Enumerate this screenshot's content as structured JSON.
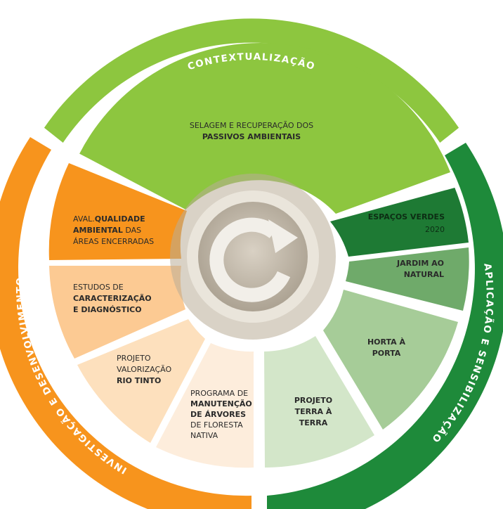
{
  "ring": {
    "top": "CONTEXTUALIZAÇÃO",
    "left": "INVESTIGAÇÃO E DESENVOLVIMENTO",
    "right": "APLICAÇÃO E SENSIBILIZAÇÃO"
  },
  "segments": {
    "selagem": {
      "line1": "SELAGEM E RECUPERAÇÃO DOS",
      "line2": "PASSIVOS AMBIENTAIS"
    },
    "espacos": {
      "line1": "ESPAÇOS VERDES",
      "line2": "2020"
    },
    "jardim": {
      "line1": "JARDIM AO",
      "line2": "NATURAL"
    },
    "horta": {
      "line1": "HORTA À",
      "line2": "PORTA"
    },
    "terra": {
      "line1": "PROJETO",
      "line2": "TERRA À",
      "line3": "TERRA"
    },
    "manutencao": {
      "line1": "PROGRAMA DE",
      "line2": "MANUTENÇÃO",
      "line3": "DE ÁRVORES",
      "line4": "DE FLORESTA",
      "line5": "NATIVA"
    },
    "riotinto": {
      "line1": "PROJETO",
      "line2": "VALORIZAÇÃO",
      "line3": "RIO TINTO"
    },
    "estudos": {
      "line1": "ESTUDOS DE",
      "line2": "CARACTERIZAÇÃO",
      "line3": "E DIAGNÓSTICO"
    },
    "aval": {
      "line1a": "AVAL.",
      "line1b": "QUALIDADE",
      "line2a": "AMBIENTAL",
      "line2b": " DAS",
      "line3": "ÁREAS ENCERRADAS"
    }
  },
  "colors": {
    "ring_top": "#8dc63f",
    "ring_left": "#f7941d",
    "ring_right": "#1e8a3a",
    "selagem": "#8dc63f",
    "espacos": "#1e7a34",
    "jardim": "#6faa6a",
    "horta": "#a6cc98",
    "terra": "#d3e6c9",
    "manutencao": "#fdeddc",
    "riotinto": "#fde0bd",
    "estudos": "#fcca93",
    "aval": "#f7941d",
    "center": "#c8bfb0"
  },
  "center_icon": "recycle-arrow-icon"
}
